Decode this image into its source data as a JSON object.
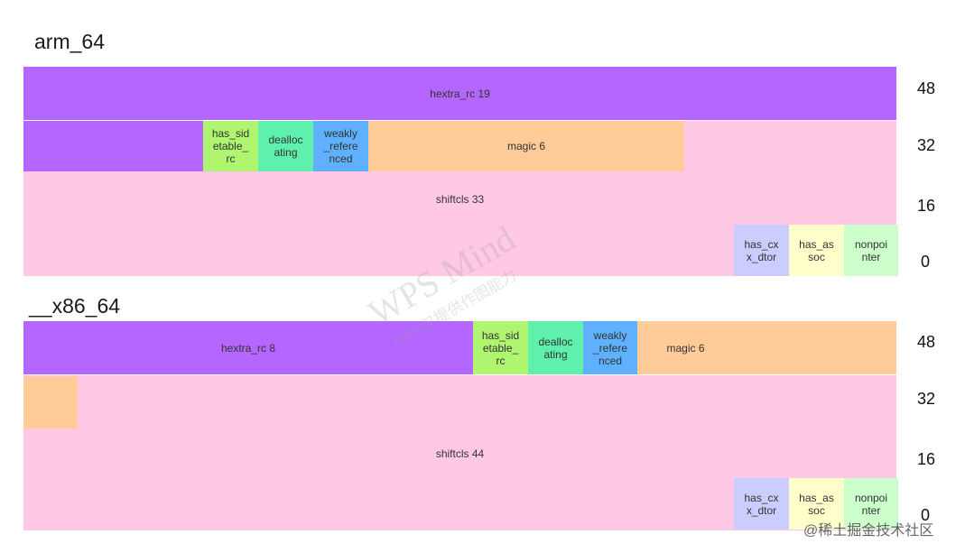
{
  "arm64": {
    "title": "arm_64",
    "hextra_rc": "hextra_rc 19",
    "has_sidetable_rc": "has_sid\netable_\nrc",
    "deallocating": "dealloc\nating",
    "weakly_referenced": "weakly\n_refere\nnced",
    "magic": "magic 6",
    "shiftcls": "shiftcls 33",
    "has_cxx_dtor": "has_cx\nx_dtor",
    "has_assoc": "has_as\nsoc",
    "nonpointer": "nonpoi\nnter",
    "bits": [
      "48",
      "32",
      "16",
      "0"
    ]
  },
  "x86_64": {
    "title": "__x86_64",
    "hextra_rc": "hextra_rc 8",
    "has_sidetable_rc": "has_sid\netable_\nrc",
    "deallocating": "dealloc\nating",
    "weakly_referenced": "weakly\n_refere\nnced",
    "magic": "magic 6",
    "shiftcls": "shiftcls 44",
    "has_cxx_dtor": "has_cx\nx_dtor",
    "has_assoc": "has_as\nsoc",
    "nonpointer": "nonpoi\nnter",
    "bits": [
      "48",
      "32",
      "16",
      "0"
    ]
  },
  "watermarks": {
    "main": "WPS Mind",
    "sub": "WPS仅提供作图能力",
    "corner": "@稀土掘金技术社区"
  },
  "colors": {
    "hextra_rc": "#b466ff",
    "has_sidetable_rc": "#b0f570",
    "deallocating": "#5ef0ac",
    "weakly_referenced": "#5fb0ff",
    "magic": "#ffcc99",
    "shiftcls": "#ffc8e4",
    "has_cxx_dtor": "#cccdff",
    "has_assoc": "#ffffcc",
    "nonpointer": "#ccffcc"
  }
}
